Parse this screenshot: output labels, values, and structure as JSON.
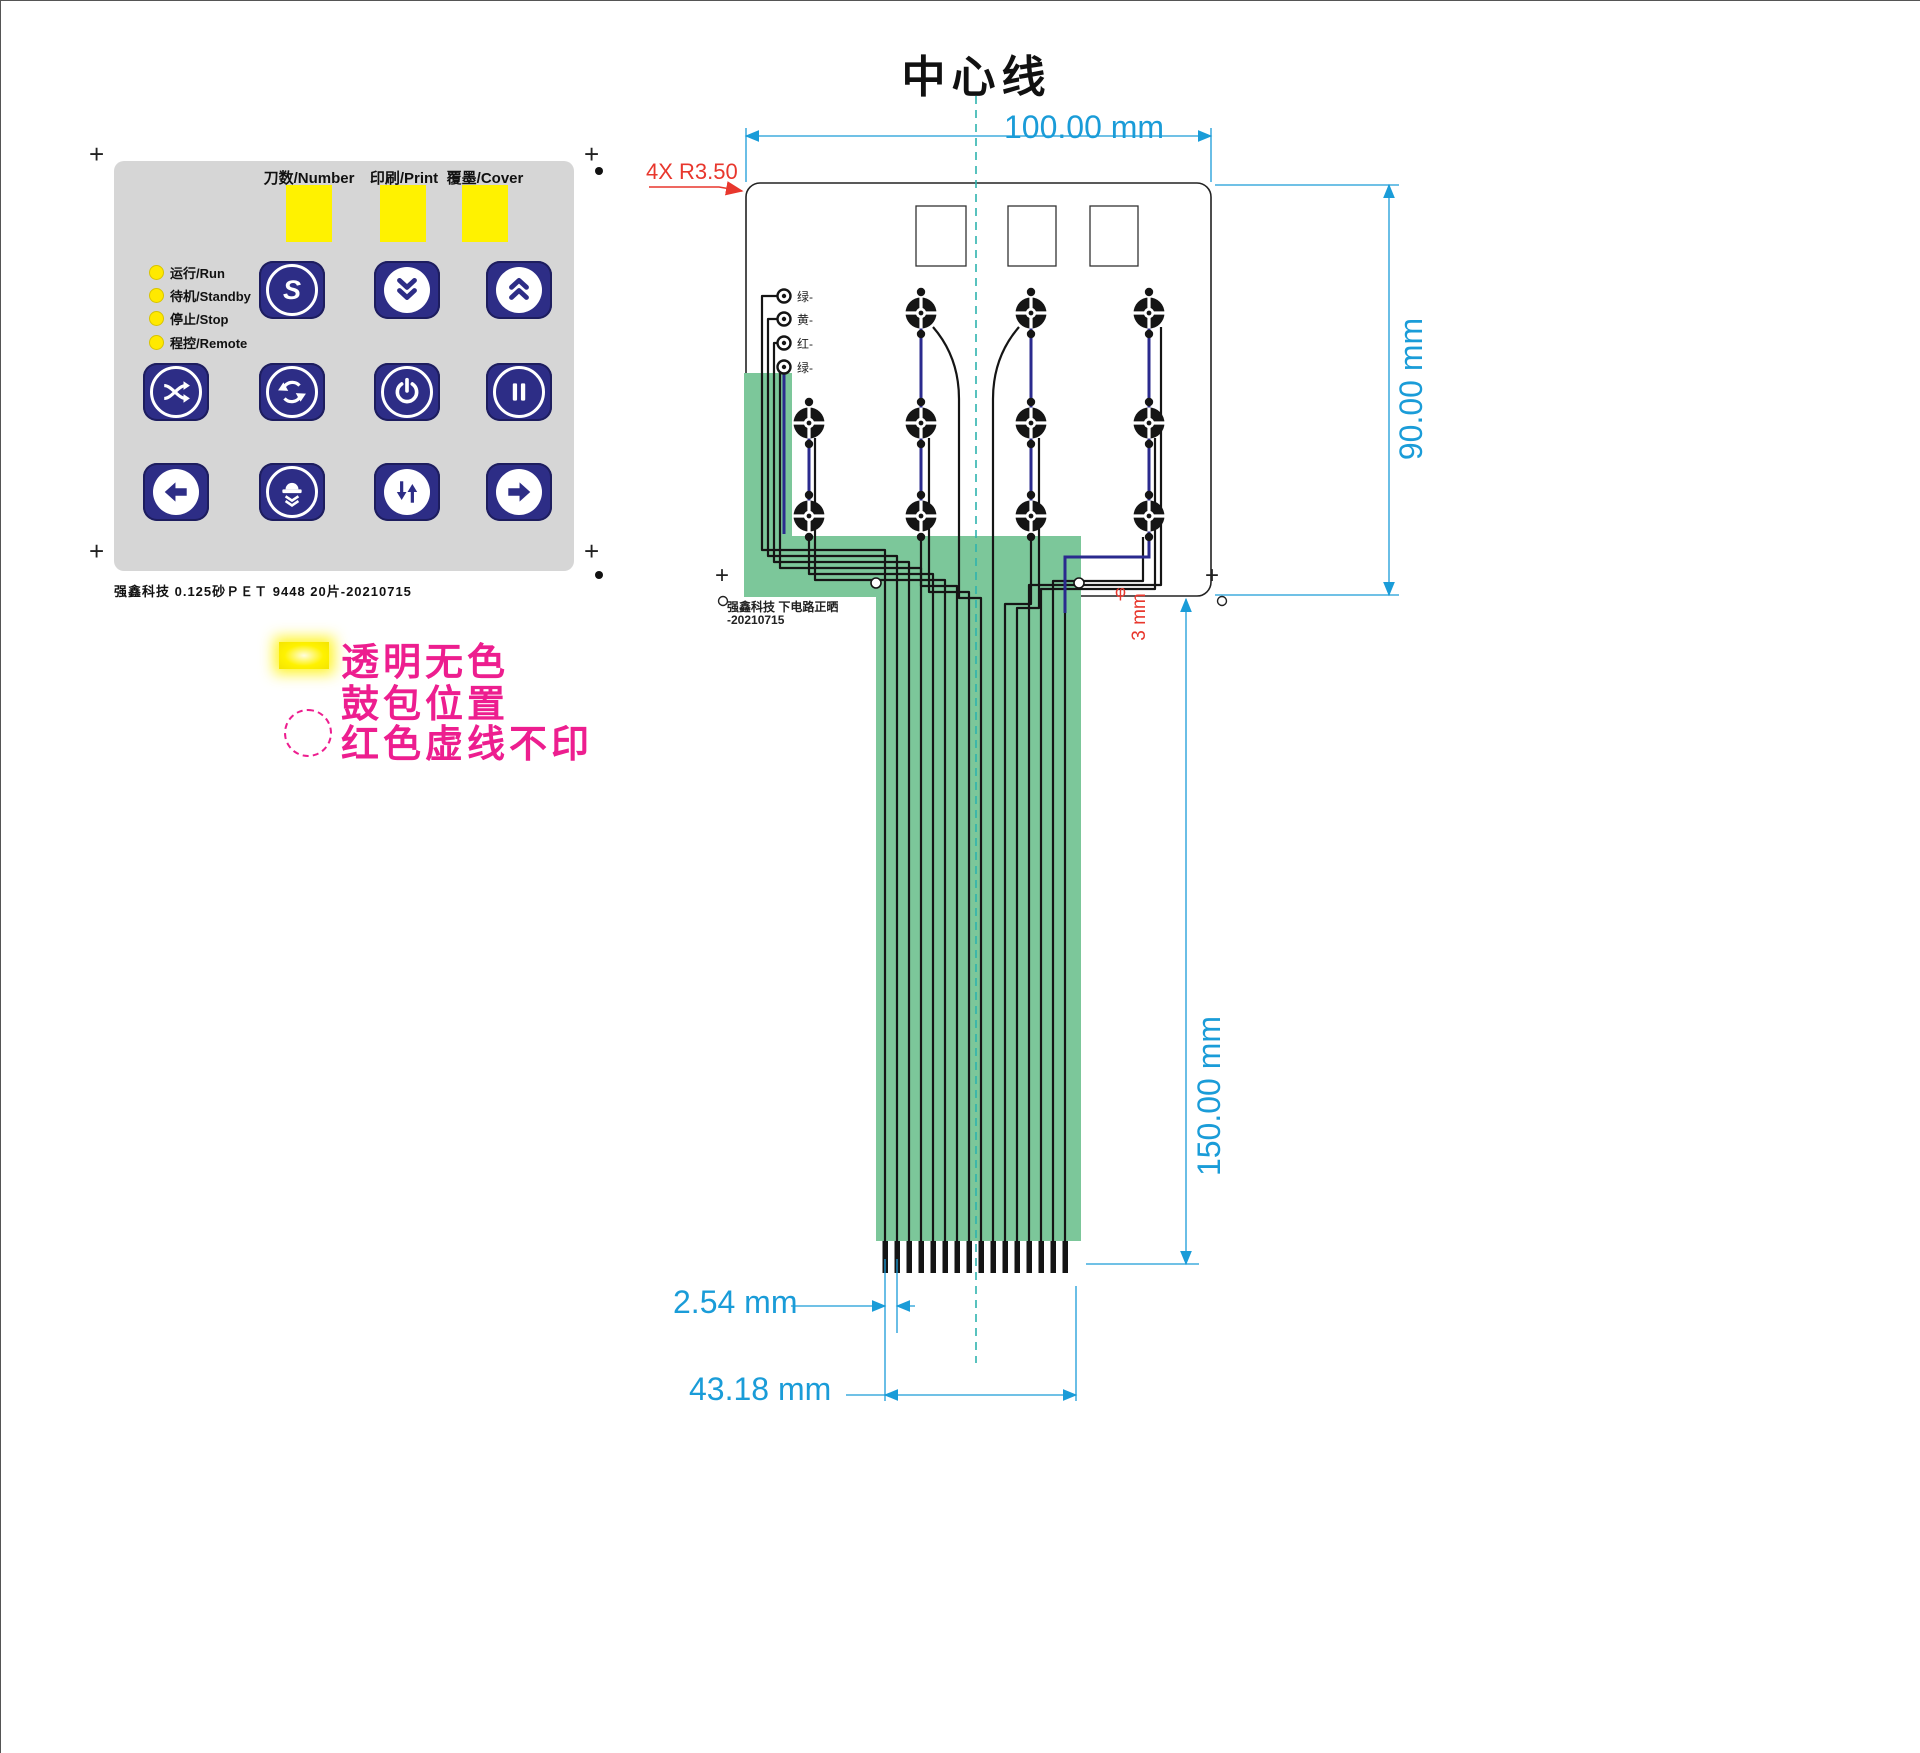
{
  "title": "中心线",
  "keypad": {
    "window_labels": [
      "刀数/Number",
      "印刷/Print",
      "覆墨/Cover"
    ],
    "led_labels": [
      "运行/Run",
      "待机/Standby",
      "停止/Stop",
      "程控/Remote"
    ],
    "s_label": "S",
    "footer": "强鑫科技   0.125砂ＰＥＴ   9448   20片-20210715"
  },
  "legend": {
    "line1": "透明无色",
    "line2": "鼓包位置",
    "line3": "红色虚线不印"
  },
  "circuit": {
    "corner_note": "4X R3.50",
    "wire_labels": [
      "绿-",
      "黄-",
      "红-",
      "绿-"
    ],
    "note1": "强鑫科技   下电路正晒",
    "note2": "-20210715",
    "dia_symbol": "φ"
  },
  "dims": {
    "width": "100.00 mm",
    "height": "90.00 mm",
    "tail": "150.00 mm",
    "pitch": "2.54 mm",
    "connector": "43.18 mm",
    "hole": "3 mm"
  },
  "colors": {
    "navy": "#2d2d86",
    "yellow": "#fff200",
    "flex_green": "#7cc79a",
    "dimension_cyan": "#1a9cd8",
    "legend_magenta": "#ed1e8f",
    "annotation_red": "#e8372d",
    "centerline_teal": "#2fb3ae",
    "panel_gray": "#d6d6d6",
    "trace_black": "#151515"
  }
}
